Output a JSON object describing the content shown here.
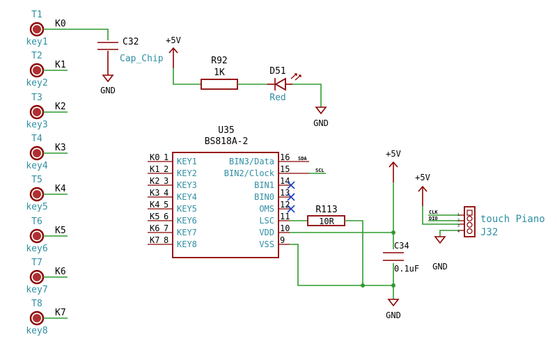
{
  "touch_pads": [
    {
      "ref": "T1",
      "value": "key1",
      "net": "K0"
    },
    {
      "ref": "T2",
      "value": "key2",
      "net": "K1"
    },
    {
      "ref": "T3",
      "value": "key3",
      "net": "K2"
    },
    {
      "ref": "T4",
      "value": "key4",
      "net": "K3"
    },
    {
      "ref": "T5",
      "value": "key5",
      "net": "K4"
    },
    {
      "ref": "T6",
      "value": "key6",
      "net": "K5"
    },
    {
      "ref": "T7",
      "value": "key7",
      "net": "K6"
    },
    {
      "ref": "T8",
      "value": "key8",
      "net": "K7"
    }
  ],
  "c32": {
    "ref": "C32",
    "value": "Cap_Chip",
    "gnd": "GND"
  },
  "led_circuit": {
    "supply": "+5V",
    "r_ref": "R92",
    "r_value": "1K",
    "d_ref": "D51",
    "d_value": "Red",
    "gnd": "GND"
  },
  "u35": {
    "ref": "U35",
    "value": "BS818A-2",
    "left_pins": [
      {
        "num": "1",
        "name": "KEY1",
        "net": "K0"
      },
      {
        "num": "2",
        "name": "KEY2",
        "net": "K1"
      },
      {
        "num": "3",
        "name": "KEY3",
        "net": "K2"
      },
      {
        "num": "4",
        "name": "KEY4",
        "net": "K3"
      },
      {
        "num": "5",
        "name": "KEY5",
        "net": "K4"
      },
      {
        "num": "6",
        "name": "KEY6",
        "net": "K5"
      },
      {
        "num": "7",
        "name": "KEY7",
        "net": "K6"
      },
      {
        "num": "8",
        "name": "KEY8",
        "net": "K7"
      }
    ],
    "right_pins": [
      {
        "num": "16",
        "name": "BIN3/Data",
        "net": "SDA",
        "nc": false
      },
      {
        "num": "15",
        "name": "BIN2/Clock",
        "net": "SCL",
        "nc": false
      },
      {
        "num": "14",
        "name": "BIN1",
        "net": "",
        "nc": true
      },
      {
        "num": "13",
        "name": "BIN0",
        "net": "",
        "nc": true
      },
      {
        "num": "12",
        "name": "OMS",
        "net": "",
        "nc": true
      },
      {
        "num": "11",
        "name": "LSC",
        "net": "",
        "nc": false
      },
      {
        "num": "10",
        "name": "VDD",
        "net": "",
        "nc": false
      },
      {
        "num": "9",
        "name": "VSS",
        "net": "",
        "nc": false
      }
    ]
  },
  "r113": {
    "ref": "R113",
    "value": "10R"
  },
  "c34": {
    "ref": "C34",
    "value": "0.1uF",
    "supply": "+5V",
    "gnd": "GND"
  },
  "j32": {
    "title": "touch Piano",
    "ref": "J32",
    "supply": "+5V",
    "gnd": "GND",
    "pin_labels": [
      "CLK",
      "DIO"
    ],
    "pin_numbers": [
      "1",
      "2",
      "3",
      "4"
    ]
  }
}
